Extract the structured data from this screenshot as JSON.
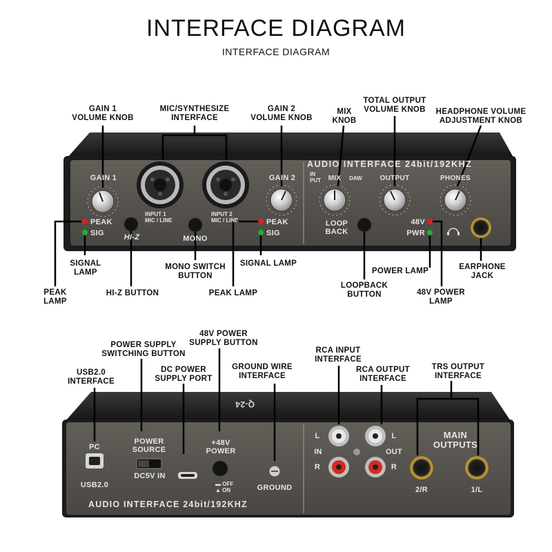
{
  "header": {
    "title": "INTERFACE DIAGRAM",
    "subtitle": "INTERFACE DIAGRAM"
  },
  "front_panel": {
    "band_label": "AUDIO INTERFACE 24bit/192KHZ",
    "gain1_label": "GAIN 1",
    "gain2_label": "GAIN 2",
    "mix_label": "MIX",
    "mix_left": "IN PUT",
    "mix_right": "DAW",
    "output_label": "OUTPUT",
    "phones_label": "PHONES",
    "peak_label_1": "PEAK",
    "sig_label_1": "SIG",
    "peak_label_2": "PEAK",
    "sig_label_2": "SIG",
    "input1_label": "INPUT 1\nMIC / LINE",
    "input2_label": "INPUT 2\nMIC / LINE",
    "hiz_label": "HI-Z",
    "mono_label": "MONO",
    "loopback_label": "LOOP\nBACK",
    "v48_label": "48V",
    "pwr_label": "PWR",
    "headphone_icon": "headphone-icon"
  },
  "front_callouts": {
    "gain1_knob": "GAIN 1\nVOLUME KNOB",
    "mic_interface": "MIC/SYNTHESIZE\nINTERFACE",
    "gain2_knob": "GAIN 2\nVOLUME KNOB",
    "mix_knob": "MIX\nKNOB",
    "total_output": "TOTAL OUTPUT\nVOLUME KNOB",
    "headphone_volume": "HEADPHONE VOLUME\nADJUSTMENT KNOB",
    "signal_lamp_1": "SIGNAL\nLAMP",
    "peak_lamp_1": "PEAK\nLAMP",
    "hiz_button": "HI-Z BUTTON",
    "mono_switch": "MONO SWITCH\nBUTTON",
    "signal_lamp_2": "SIGNAL LAMP",
    "peak_lamp_2": "PEAK LAMP",
    "loopback_button": "LOOPBACK\nBUTTON",
    "power_lamp": "POWER LAMP",
    "v48_lamp": "48V POWER\nLAMP",
    "earphone_jack": "EARPHONE\nJACK"
  },
  "back_panel": {
    "band_label": "AUDIO INTERFACE 24bit/192KHZ",
    "top_logo": "Q-24",
    "pc_label": "PC",
    "usb_label": "USB2.0",
    "power_source": "POWER\nSOURCE",
    "dc_label": "DC5V IN",
    "v48_label": "+48V\nPOWER",
    "off_label": "OFF",
    "on_label": "ON",
    "ground_label": "GROUND",
    "rca_l_in": "L",
    "rca_in": "IN",
    "rca_r_in": "R",
    "rca_l_out": "L",
    "rca_out": "OUT",
    "rca_r_out": "R",
    "main_outputs": "MAIN\nOUTPUTS",
    "out_2r": "2/R",
    "out_1l": "1/L"
  },
  "back_callouts": {
    "power_switch": "POWER SUPPLY\nSWITCHING BUTTON",
    "v48_button": "48V POWER\nSUPPLY BUTTON",
    "usb_interface": "USB2.0\nINTERFACE",
    "dc_port": "DC POWER\nSUPPLY PORT",
    "ground_wire": "GROUND WIRE\nINTERFACE",
    "rca_input": "RCA INPUT\nINTERFACE",
    "rca_output": "RCA OUTPUT\nINTERFACE",
    "trs_output": "TRS OUTPUT\nINTERFACE"
  },
  "colors": {
    "panel": "#5a5651",
    "panel_dark": "#2a2927",
    "chassis": "#1e1e1e",
    "peak_led": "#e02020",
    "sig_led": "#22b030",
    "rca_red": "#d42a1e",
    "rca_white": "#e8e8e8"
  }
}
